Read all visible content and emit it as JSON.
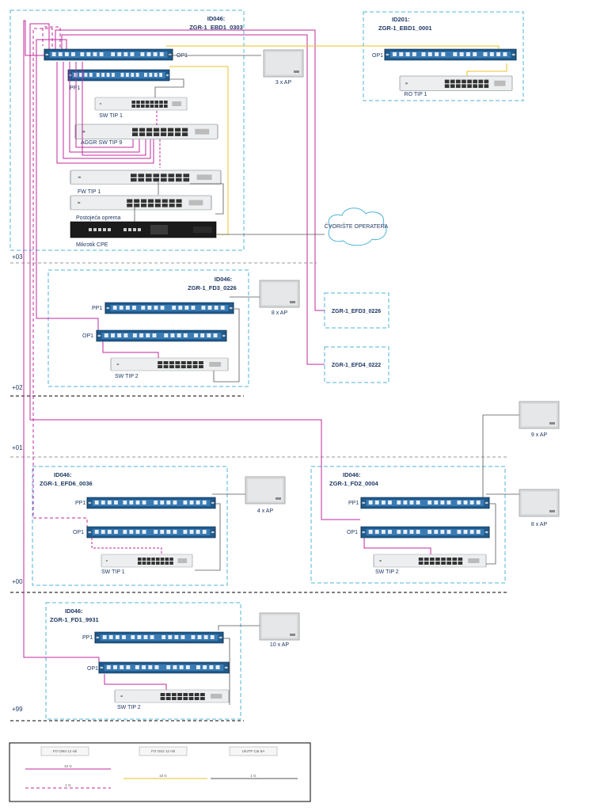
{
  "zones": {
    "z03_id": "ID046:",
    "z03_name": "ZGR-1_EBD1_0303",
    "z201_id": "ID201:",
    "z201_name": "ZGR-1_EBD1_0001",
    "zfd3_id": "ID046:",
    "zfd3_name": "ZGR-1_FD3_0226",
    "zefd3_name": "ZGR-1_EFD3_0226",
    "zefd4_name": "ZGR-1_EFD4_0222",
    "zefd6_id": "ID046:",
    "zefd6_name": "ZGR-1_EFD6_0036",
    "zfd2_id": "ID046:",
    "zfd2_name": "ZGR-1_FD2_0004",
    "zfd1_id": "ID046:",
    "zfd1_name": "ZGR-1_FD1_9931"
  },
  "floors": [
    "+03",
    "+02",
    "+01",
    "+00",
    "+99"
  ],
  "devices": {
    "op1": "OP1",
    "pp1": "PP1",
    "sw_tip1": "SW TIP 1",
    "sw_tip2": "SW TIP 2",
    "aggr_sw": "AGGR SW TIP 9",
    "fw_tip1": "FW TIP 1",
    "postojeca": "Postojeća oprema",
    "mikrotik": "Mikrotik CPE",
    "ro_tip1": "RO TIP 1",
    "cloud": "ČVORIŠTE OPERATERA"
  },
  "ap": {
    "ap3": "3 x AP",
    "ap8": "8 x AP",
    "ap9": "9 x AP",
    "ap4": "4 x AP",
    "ap10": "10 x AP"
  },
  "legend": {
    "cat1": "FO OM4 12 niti",
    "cat2": "FO OS2 12 niti",
    "cat3": "U/UTP Cat 6A",
    "line10g_mm": "10 G",
    "line1g_mm": "1 G",
    "line10g_sm": "10 G",
    "line1g_cu": "1 G"
  },
  "colors": {
    "om4": "#c0289e",
    "os2": "#e8c22a",
    "cat6": "#555555",
    "zone_border": "#4fb3d9",
    "floor_line": "#000000",
    "panel": "#1f5a8c"
  }
}
